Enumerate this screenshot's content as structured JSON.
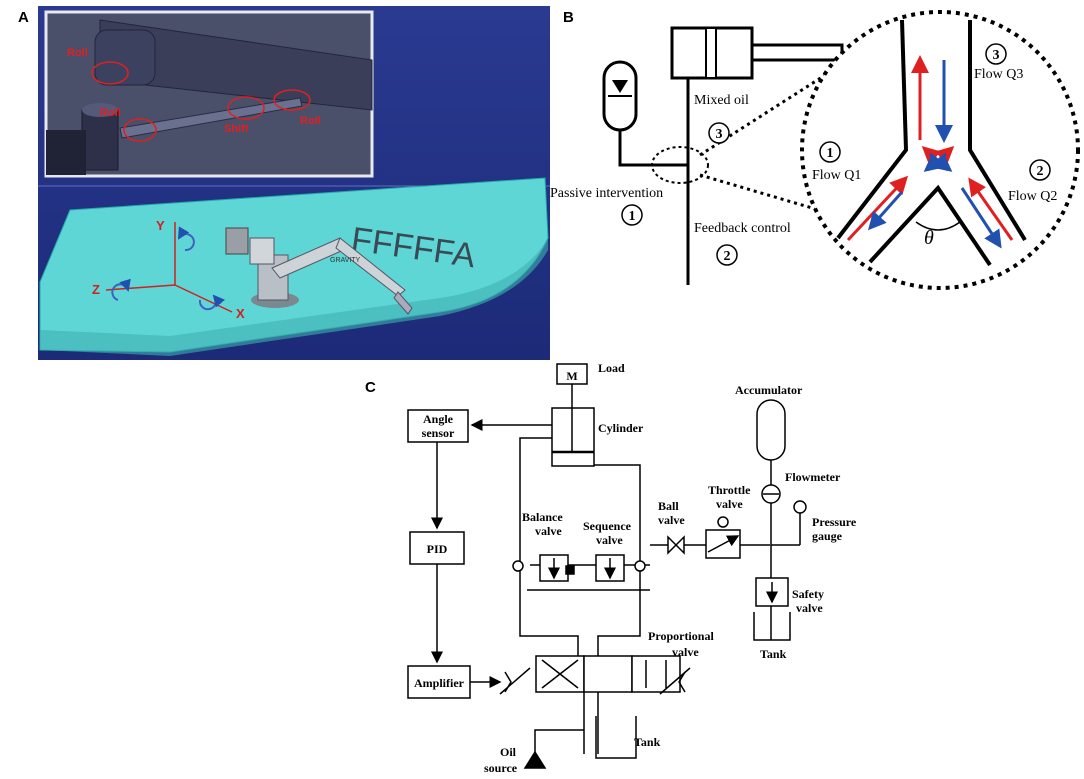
{
  "panels": {
    "a": "A",
    "b": "B",
    "c": "C"
  },
  "panel_a": {
    "inset_labels": {
      "roll1": "Roll",
      "roll2": "Roll",
      "shift": "Shift",
      "roll3": "Roll"
    },
    "axes": {
      "y": "Y",
      "z": "Z",
      "x": "X"
    },
    "gravity": "GRAVITY",
    "deck_text": "FFFFFA",
    "colors": {
      "background": "#2e3a8c",
      "deck": "#5fd6d6",
      "label_red": "#e02020"
    }
  },
  "panel_b": {
    "mixed_oil": "Mixed oil",
    "passive": "Passive intervention",
    "feedback": "Feedback control",
    "flow_q1": "Flow Q1",
    "flow_q2": "Flow Q2",
    "flow_q3": "Flow Q3",
    "circle_1": "1",
    "circle_2": "2",
    "circle_3": "3",
    "theta": "θ"
  },
  "panel_c": {
    "load": "Load",
    "motor": "M",
    "cylinder": "Cylinder",
    "angle_sensor_1": "Angle",
    "angle_sensor_2": "sensor",
    "pid": "PID",
    "amplifier": "Amplifier",
    "accumulator": "Accumulator",
    "flowmeter": "Flowmeter",
    "throttle_1": "Throttle",
    "throttle_2": "valve",
    "ball_1": "Ball",
    "ball_2": "valve",
    "pressure_1": "Pressure",
    "pressure_2": "gauge",
    "balance_1": "Balance",
    "balance_2": "valve",
    "sequence_1": "Sequence",
    "sequence_2": "valve",
    "safety_1": "Safety",
    "safety_2": "valve",
    "tank_right": "Tank",
    "proportional_1": "Proportional",
    "proportional_2": "valve",
    "tank_bottom": "Tank",
    "oil_1": "Oil",
    "oil_2": "source"
  }
}
